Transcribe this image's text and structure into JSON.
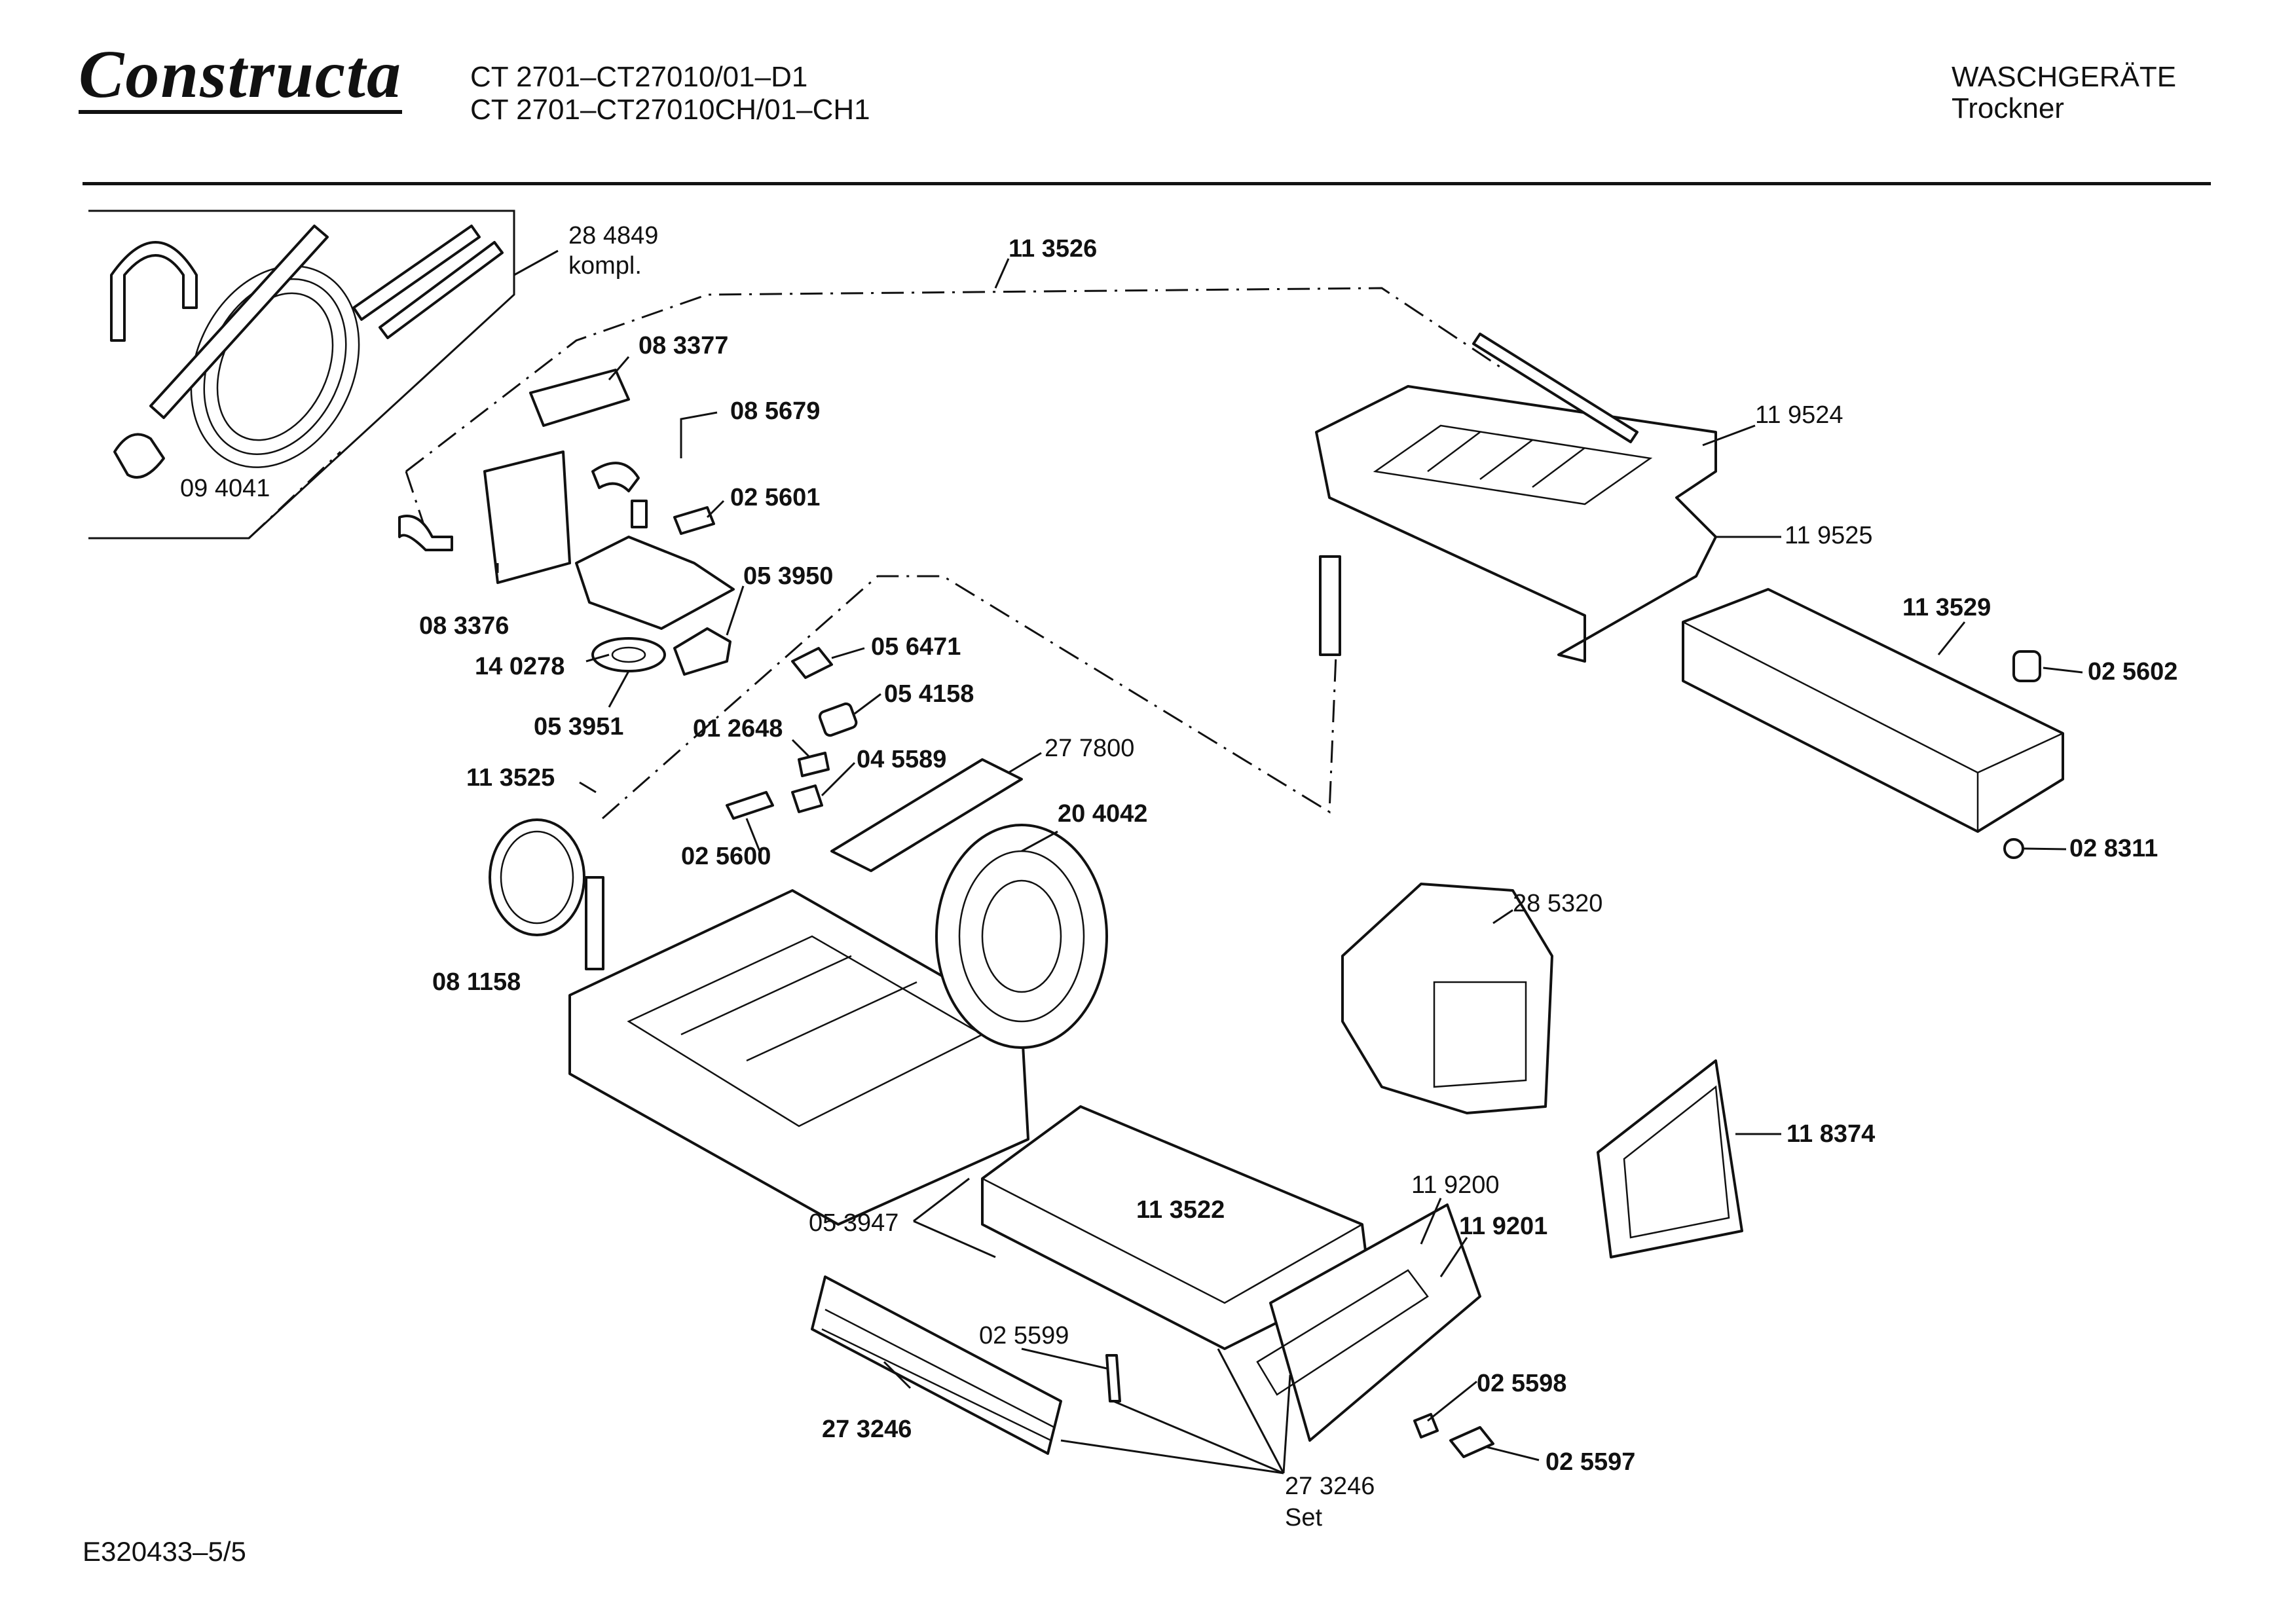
{
  "header": {
    "brand": "Constructa",
    "model_lines": [
      "CT 2701–CT27010/01–D1",
      "CT 2701–CT27010CH/01–CH1"
    ],
    "category": "WASCHGERÄTE",
    "subcategory": "Trockner"
  },
  "footer": {
    "drawing_code": "E320433–5/5"
  },
  "parts": [
    {
      "id": "284849",
      "lines": [
        "28 4849",
        "kompl."
      ],
      "bold": false
    },
    {
      "id": "094041",
      "lines": [
        "09 4041"
      ],
      "bold": false
    },
    {
      "id": "113526",
      "lines": [
        "11 3526"
      ],
      "bold": true
    },
    {
      "id": "083377",
      "lines": [
        "08 3377"
      ],
      "bold": true
    },
    {
      "id": "085679",
      "lines": [
        "08 5679"
      ],
      "bold": true
    },
    {
      "id": "025601",
      "lines": [
        "02 5601"
      ],
      "bold": true
    },
    {
      "id": "053950",
      "lines": [
        "05 3950"
      ],
      "bold": true
    },
    {
      "id": "083376",
      "lines": [
        "08 3376"
      ],
      "bold": true
    },
    {
      "id": "140278",
      "lines": [
        "14 0278"
      ],
      "bold": true
    },
    {
      "id": "053951",
      "lines": [
        "05 3951"
      ],
      "bold": true
    },
    {
      "id": "056471",
      "lines": [
        "05 6471"
      ],
      "bold": true
    },
    {
      "id": "054158",
      "lines": [
        "05 4158"
      ],
      "bold": true
    },
    {
      "id": "012648",
      "lines": [
        "01 2648"
      ],
      "bold": true
    },
    {
      "id": "045589",
      "lines": [
        "04 5589"
      ],
      "bold": true
    },
    {
      "id": "277800",
      "lines": [
        "27 7800"
      ],
      "bold": false
    },
    {
      "id": "113525",
      "lines": [
        "11 3525"
      ],
      "bold": true
    },
    {
      "id": "025600",
      "lines": [
        "02 5600"
      ],
      "bold": true
    },
    {
      "id": "204042",
      "lines": [
        "20 4042"
      ],
      "bold": true
    },
    {
      "id": "081158",
      "lines": [
        "08 1158"
      ],
      "bold": true
    },
    {
      "id": "119524",
      "lines": [
        "11 9524"
      ],
      "bold": false
    },
    {
      "id": "119525",
      "lines": [
        "11 9525"
      ],
      "bold": false
    },
    {
      "id": "113529",
      "lines": [
        "11 3529"
      ],
      "bold": true
    },
    {
      "id": "025602",
      "lines": [
        "02 5602"
      ],
      "bold": true
    },
    {
      "id": "028311",
      "lines": [
        "02 8311"
      ],
      "bold": true
    },
    {
      "id": "285320",
      "lines": [
        "28 5320"
      ],
      "bold": false
    },
    {
      "id": "118374",
      "lines": [
        "11 8374"
      ],
      "bold": true
    },
    {
      "id": "053947",
      "lines": [
        "05 3947"
      ],
      "bold": false
    },
    {
      "id": "113522",
      "lines": [
        "11 3522"
      ],
      "bold": true
    },
    {
      "id": "119200",
      "lines": [
        "11 9200"
      ],
      "bold": false
    },
    {
      "id": "119201",
      "lines": [
        "11 9201"
      ],
      "bold": true
    },
    {
      "id": "025599",
      "lines": [
        "02 5599"
      ],
      "bold": false
    },
    {
      "id": "025598",
      "lines": [
        "02 5598"
      ],
      "bold": true
    },
    {
      "id": "273246",
      "lines": [
        "27 3246"
      ],
      "bold": true
    },
    {
      "id": "025597",
      "lines": [
        "02 5597"
      ],
      "bold": true
    },
    {
      "id": "273246set",
      "lines": [
        "27 3246",
        "Set"
      ],
      "bold": false
    }
  ]
}
